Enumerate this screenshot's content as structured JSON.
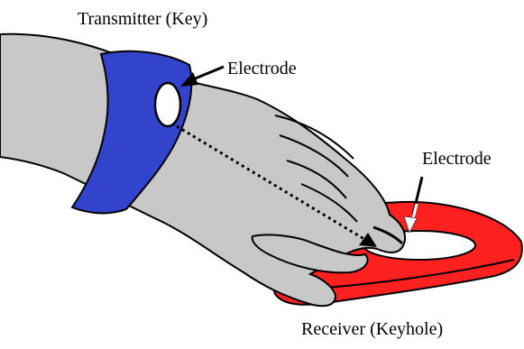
{
  "labels": {
    "transmitter": "Transmitter (Key)",
    "electrode_wrist": "Electrode",
    "electrode_receiver": "Electrode",
    "receiver": "Receiver (Keyhole)"
  },
  "colors": {
    "skin": "#c8c8c8",
    "wristband": "#3344cc",
    "receiver": "#ff2020",
    "receiver_hole": "#ffffff",
    "outline": "#000000",
    "electrode_arrow_receiver": "#ffffff"
  }
}
